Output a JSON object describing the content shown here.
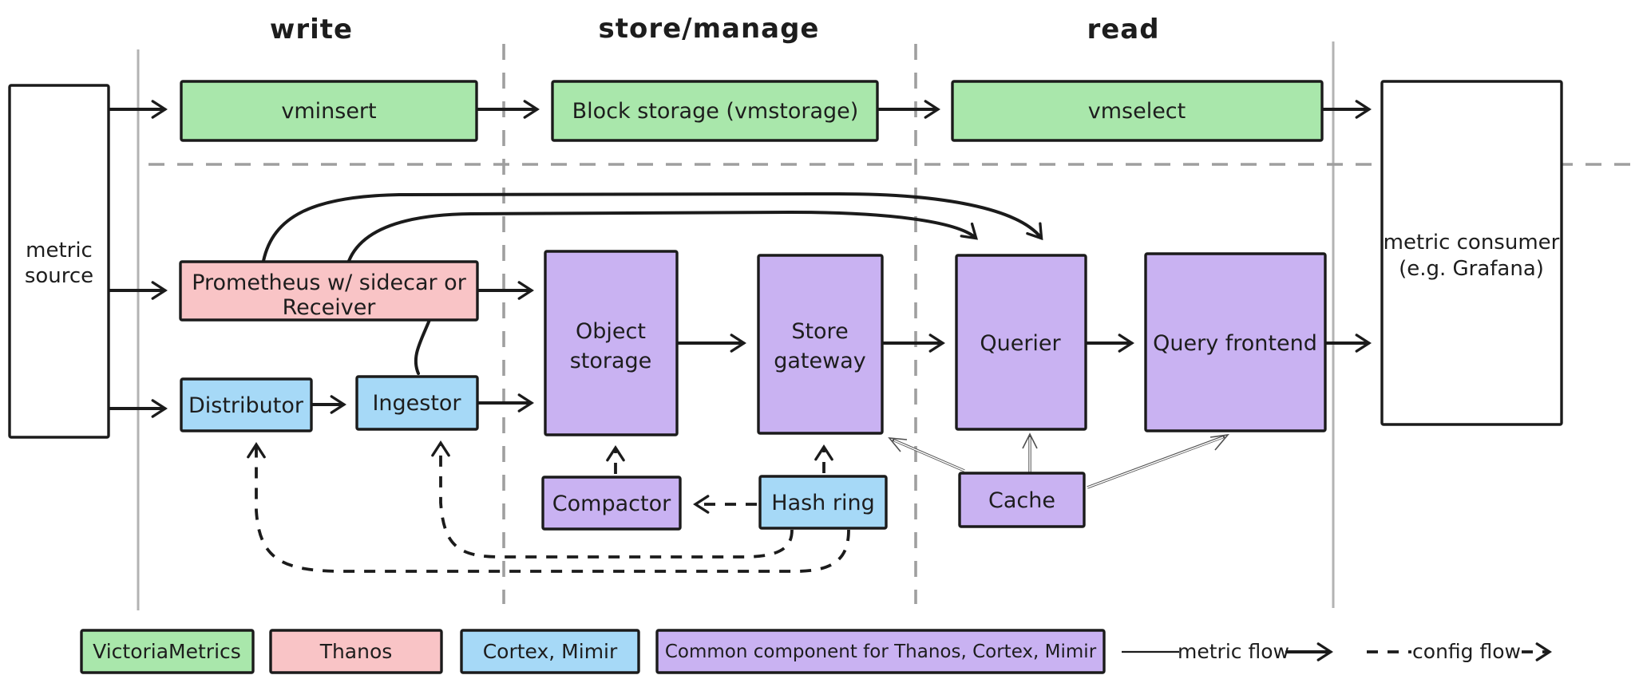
{
  "sections": {
    "write": "write",
    "store_manage": "store/manage",
    "read": "read"
  },
  "nodes": {
    "metric_source": {
      "line1": "metric",
      "line2": "source"
    },
    "vminsert": {
      "label": "vminsert"
    },
    "block_storage": {
      "label": "Block storage (vmstorage)"
    },
    "vmselect": {
      "label": "vmselect"
    },
    "metric_consumer": {
      "line1": "metric consumer",
      "line2": "(e.g. Grafana)"
    },
    "prometheus": {
      "line1": "Prometheus w/ sidecar or",
      "line2": "Receiver"
    },
    "distributor": {
      "label": "Distributor"
    },
    "ingestor": {
      "label": "Ingestor"
    },
    "object_storage": {
      "line1": "Object",
      "line2": "storage"
    },
    "store_gateway": {
      "line1": "Store",
      "line2": "gateway"
    },
    "querier": {
      "label": "Querier"
    },
    "query_frontend": {
      "label": "Query frontend"
    },
    "compactor": {
      "label": "Compactor"
    },
    "hash_ring": {
      "label": "Hash ring"
    },
    "cache": {
      "label": "Cache"
    }
  },
  "legend": {
    "victoriametrics": "VictoriaMetrics",
    "thanos": "Thanos",
    "cortex_mimir": "Cortex, Mimir",
    "common": "Common component for Thanos, Cortex, Mimir",
    "metric_flow": "metric flow",
    "config_flow": "config flow"
  },
  "colors": {
    "green": "#a9e7ab",
    "pink": "#f9c4c6",
    "blue": "#a6d9f7",
    "purple": "#c9b2f2",
    "stroke": "#1b1b1b",
    "grey_line": "#b3b3b3",
    "dashed_grey": "#9f9f9f"
  }
}
